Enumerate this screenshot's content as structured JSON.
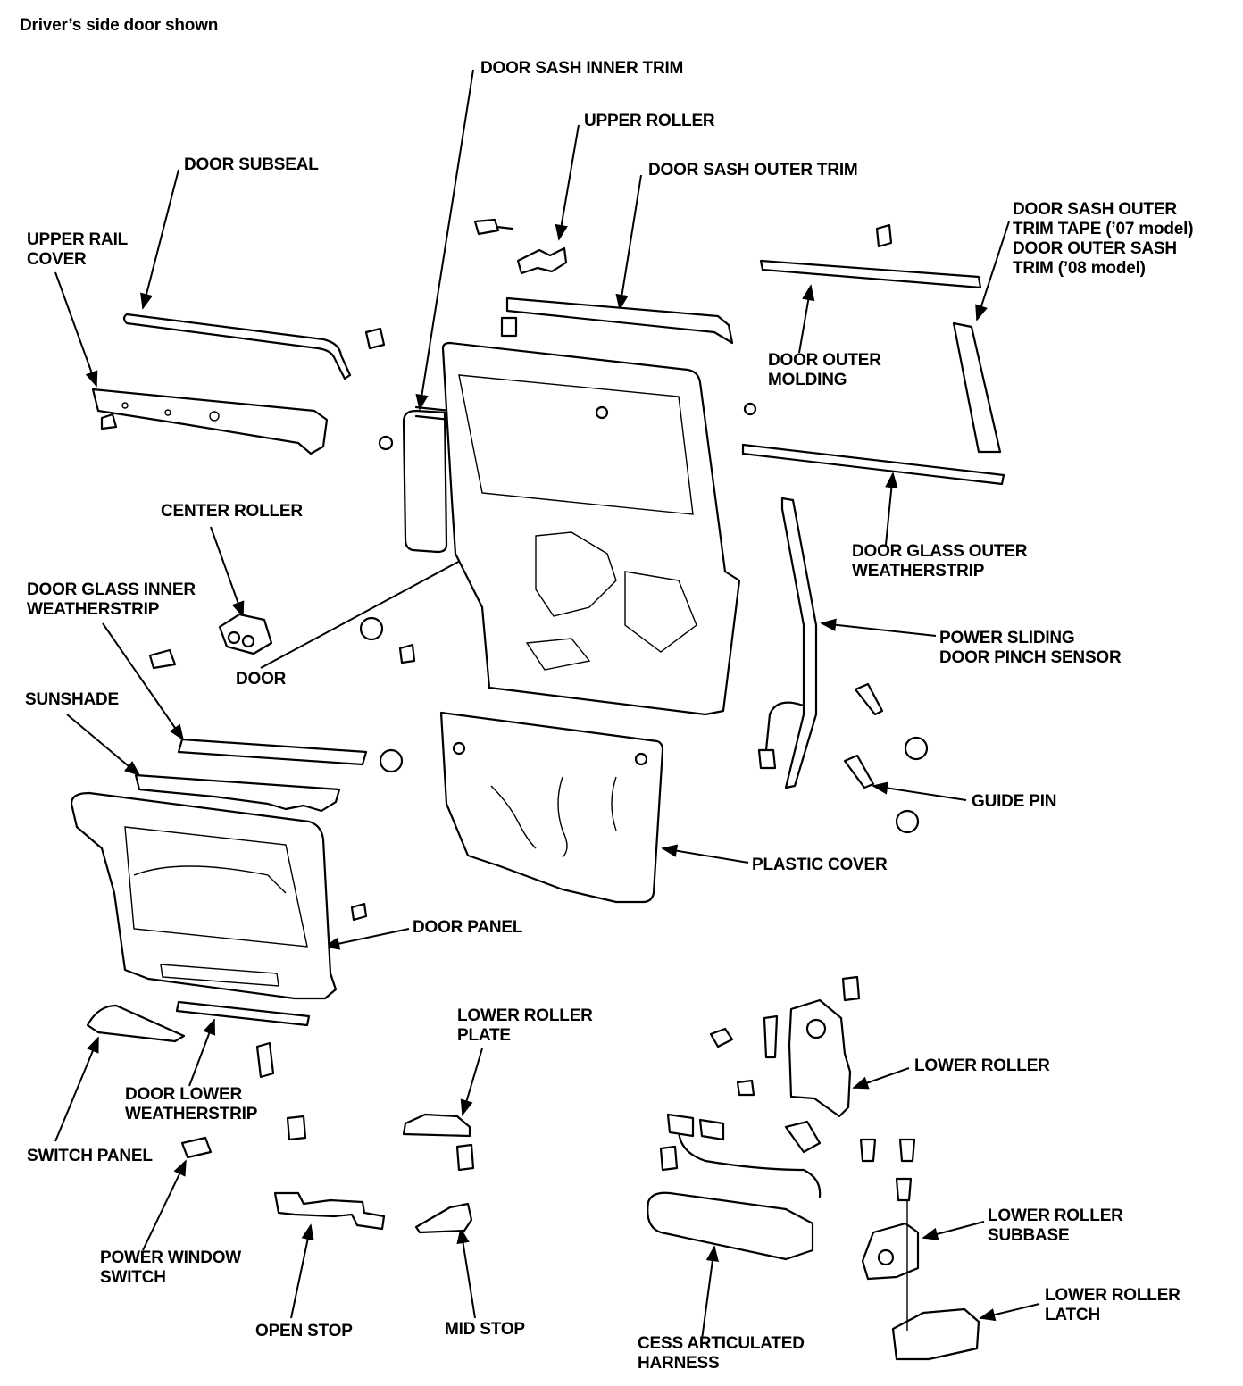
{
  "diagram": {
    "header": "Driver’s side door shown",
    "labels": {
      "door_sash_inner_trim": "DOOR SASH INNER TRIM",
      "upper_roller": "UPPER ROLLER",
      "door_sash_outer_trim": "DOOR SASH OUTER TRIM",
      "door_subseal": "DOOR SUBSEAL",
      "door_sash_outer_trim_tape": "DOOR SASH OUTER\nTRIM TAPE (’07 model)\nDOOR OUTER SASH\nTRIM (’08 model)",
      "upper_rail_cover": "UPPER RAIL\nCOVER",
      "door_outer_molding": "DOOR OUTER\nMOLDING",
      "center_roller": "CENTER ROLLER",
      "door_glass_outer_weatherstrip": "DOOR GLASS OUTER\nWEATHERSTRIP",
      "door_glass_inner_weatherstrip": "DOOR GLASS INNER\nWEATHERSTRIP",
      "power_sliding_door_pinch_sensor": "POWER SLIDING\nDOOR PINCH SENSOR",
      "door": "DOOR",
      "sunshade": "SUNSHADE",
      "guide_pin": "GUIDE PIN",
      "plastic_cover": "PLASTIC COVER",
      "door_panel": "DOOR PANEL",
      "lower_roller_plate": "LOWER ROLLER\nPLATE",
      "lower_roller": "LOWER ROLLER",
      "door_lower_weatherstrip": "DOOR LOWER\nWEATHERSTRIP",
      "switch_panel": "SWITCH PANEL",
      "lower_roller_subbase": "LOWER ROLLER\nSUBBASE",
      "power_window_switch": "POWER WINDOW\nSWITCH",
      "lower_roller_latch": "LOWER ROLLER\nLATCH",
      "open_stop": "OPEN STOP",
      "mid_stop": "MID STOP",
      "cess_articulated_harness": "CESS ARTICULATED\nHARNESS"
    }
  }
}
